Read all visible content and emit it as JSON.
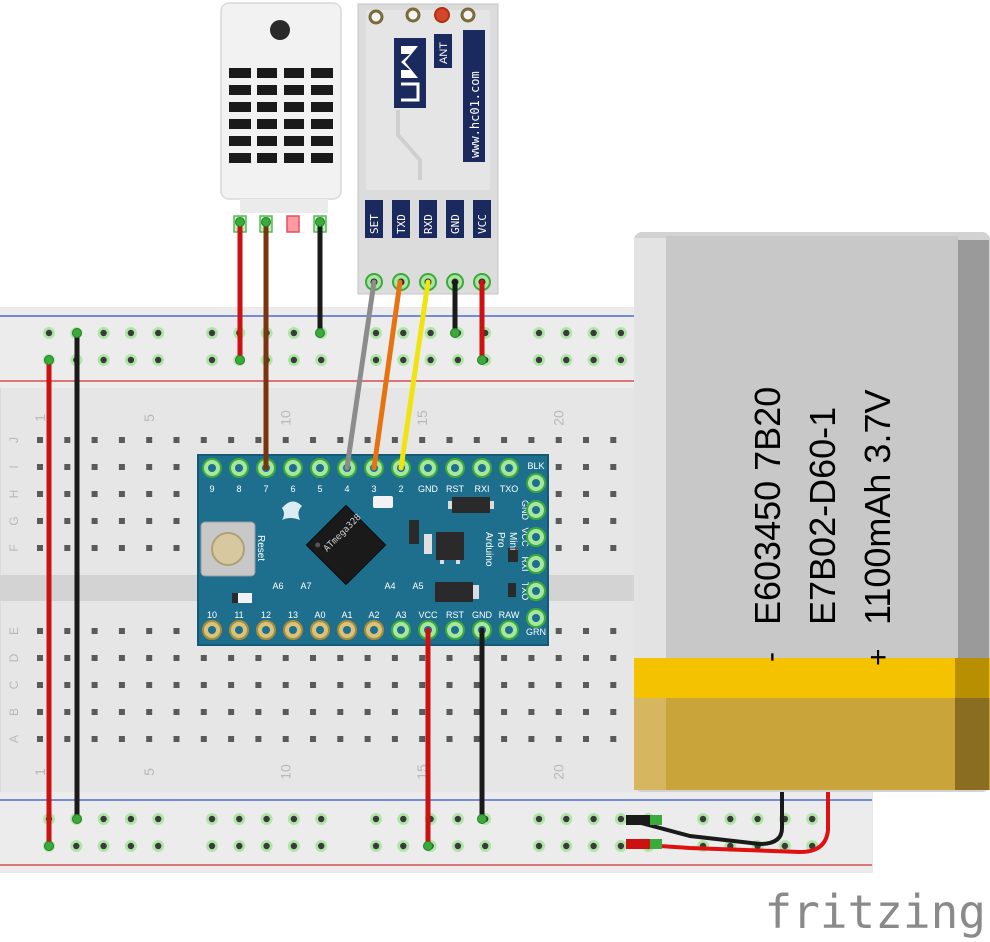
{
  "sensor": {
    "pin_count": 4
  },
  "bluetooth": {
    "pins": [
      "SET",
      "TXD",
      "RXD",
      "GND",
      "VCC"
    ],
    "ant_label": "ANT",
    "url": "www.hc01.com"
  },
  "breadboard": {
    "column_numbers_top": [
      "1",
      "5",
      "10",
      "15",
      "20"
    ],
    "column_numbers_bottom": [
      "1",
      "5",
      "10",
      "15",
      "20"
    ],
    "row_letters_top": [
      "J",
      "I",
      "H",
      "G",
      "F"
    ],
    "row_letters_bottom": [
      "E",
      "D",
      "C",
      "B",
      "A"
    ]
  },
  "arduino": {
    "top_pins": [
      "9",
      "8",
      "7",
      "6",
      "5",
      "4",
      "3",
      "2",
      "GND",
      "RST",
      "RXI",
      "TXO"
    ],
    "bottom_pins": [
      "10",
      "11",
      "12",
      "13",
      "A0",
      "A1",
      "A2",
      "A3",
      "VCC",
      "RST",
      "GND",
      "RAW"
    ],
    "right_pins": [
      "BLK",
      "GND",
      "VCC",
      "RXI",
      "TXO",
      "GRN"
    ],
    "inner_labels": [
      "A6",
      "A7",
      "A4",
      "A5"
    ],
    "reset_label": "Reset",
    "chip_label": "ATmega328",
    "board_name": [
      "Arduino",
      "Pro",
      "Mini"
    ]
  },
  "battery": {
    "lines": [
      "E603450 7B20",
      "E7B02-D60-1",
      "1100mAh 3.7V"
    ],
    "minus": "-",
    "plus": "+"
  },
  "brand": "fritzing",
  "colors": {
    "board_blue": "#1e6f8e",
    "wire_red": "#cc1111",
    "wire_black": "#1a1a1a",
    "wire_brown": "#7a3410",
    "wire_gray": "#8c8c8c",
    "wire_orange": "#e6730f",
    "wire_yellow": "#f0e410",
    "battery_band": "#f5c200",
    "battery_gold": "#c9a43a"
  }
}
